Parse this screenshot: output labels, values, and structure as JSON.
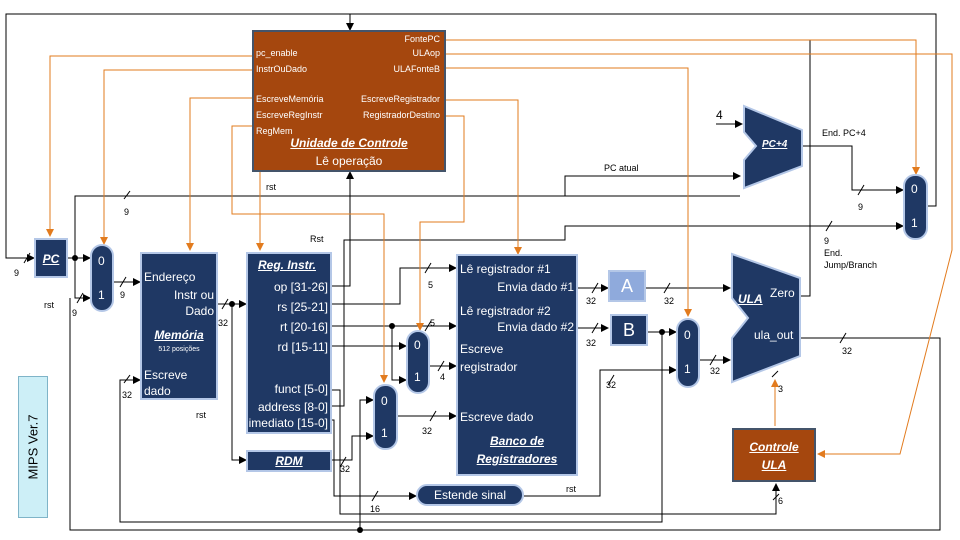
{
  "title_tag": "MIPS Ver.7",
  "colors": {
    "block": "#1f3864",
    "control": "#a5470e",
    "control_wire": "#e27b1e",
    "wire": "#000000",
    "reg_a": "#8faadc"
  },
  "control_unit": {
    "title": "Unidade de Controle",
    "subtitle": "Lê operação",
    "signals_left": [
      "pc_enable",
      "InstrOuDado",
      "EscreveMemória",
      "EscreveRegInstr",
      "RegMem"
    ],
    "signals_right": [
      "FontePC",
      "ULAop",
      "ULAFonteB",
      "EscreveRegistrador",
      "RegistradorDestino"
    ],
    "rst": "rst"
  },
  "pc": {
    "label": "PC",
    "rst": "rst"
  },
  "mux_pc": {
    "in0": "0",
    "in1": "1"
  },
  "memory": {
    "addr": "Endereço",
    "instr": "Instr ou",
    "dado": "Dado",
    "title": "Memória",
    "sub": "512 posições",
    "write1": "Escreve",
    "write2": "dado",
    "rst": "rst"
  },
  "reg_instr": {
    "title": "Reg. Instr.",
    "fields": [
      "op [31-26]",
      "rs [25-21]",
      "rt [20-16]",
      "rd [15-11]",
      "funct [5-0]",
      "address [8-0]",
      "imediato [15-0]"
    ],
    "rst": "Rst"
  },
  "rdm": {
    "label": "RDM"
  },
  "mux_dest": {
    "in0": "0",
    "in1": "1"
  },
  "mux_wdata": {
    "in0": "0",
    "in1": "1"
  },
  "reg_file": {
    "read1": "Lê registrador #1",
    "send1": "Envia dado #1",
    "read2": "Lê registrador #2",
    "send2": "Envia dado #2",
    "write1": "Escreve",
    "write2": "registrador",
    "wdata": "Escreve dado",
    "title1": "Banco de",
    "title2": "Registradores",
    "rst": "rst"
  },
  "reg_a": "A",
  "reg_b": "B",
  "mux_ula": {
    "in0": "0",
    "in1": "1"
  },
  "ula": {
    "title": "ULA",
    "zero": "Zero",
    "out": "ula_out"
  },
  "ula_control": {
    "title1": "Controle",
    "title2": "ULA"
  },
  "pc4": {
    "label": "PC+4",
    "const": "4"
  },
  "mux_fontepc": {
    "in0": "0",
    "in1": "1"
  },
  "sign_ext": "Estende sinal",
  "wire_labels": {
    "pc_atual": "PC atual",
    "end_pc4": "End. PC+4",
    "end_jump_1": "End.",
    "end_jump_2": "Jump/Branch",
    "w9": "9",
    "w32": "32",
    "w5": "5",
    "w4": "4",
    "w16": "16",
    "w3": "3",
    "w6": "6"
  }
}
